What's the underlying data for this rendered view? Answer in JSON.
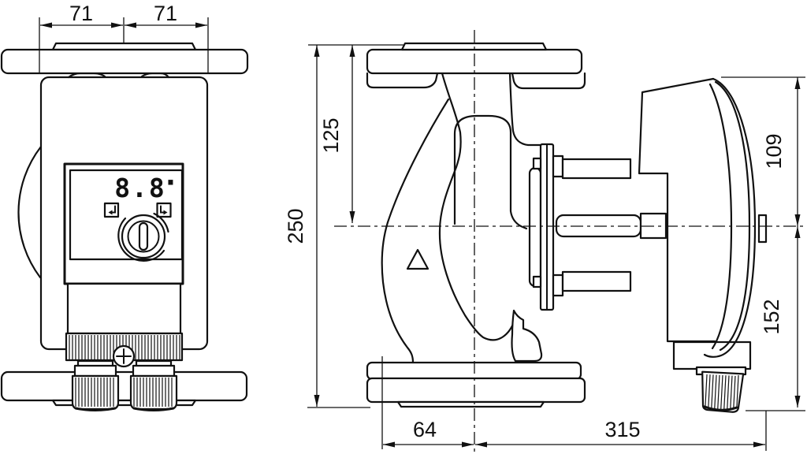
{
  "drawing_title": "pump-dimensional-drawing",
  "display": {
    "value": "8.8",
    "dot": "·"
  },
  "dimensions": {
    "front_top_left": "71",
    "front_top_right": "71",
    "side_flange_to_axis": "125",
    "side_total_height": "250",
    "side_motor_above_axis": "109",
    "side_motor_below_axis": "152",
    "side_axis_to_housing_front": "64",
    "side_axis_to_motor_end": "315"
  },
  "icons": {
    "left_button": "return-arrow-left-icon",
    "right_button": "return-arrow-right-icon",
    "knob": "power-knob",
    "screw": "phillips-screw",
    "flow": "flow-direction-triangle"
  },
  "colors": {
    "line": "#111111",
    "background": "#ffffff"
  }
}
